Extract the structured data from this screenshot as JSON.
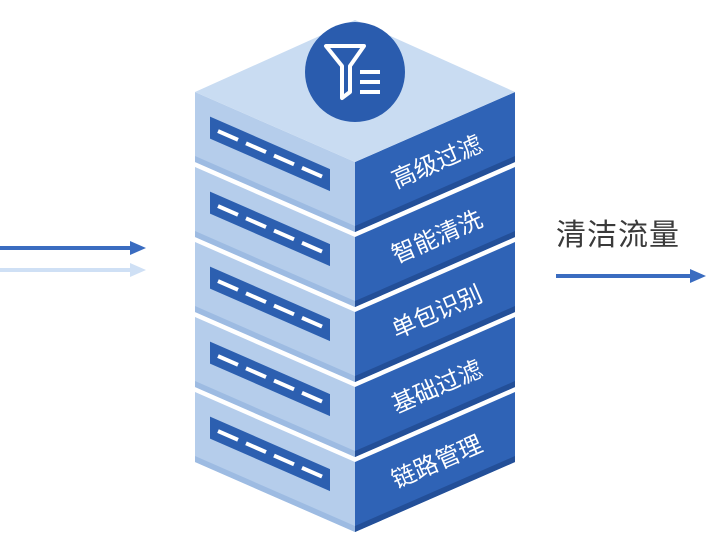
{
  "colors": {
    "top_face": "#c9dcf2",
    "left_face": "#b5cdeb",
    "left_face_dark": "#9dbbe2",
    "right_face": "#2f63b6",
    "right_face_dark": "#234f98",
    "slot": "#2c5fb0",
    "slot_line": "#ffffff",
    "funnel_circle": "#2a5cae",
    "arrow": "#3a6cc0",
    "arrow_light": "#cfe0f5",
    "label_color": "#ffffff"
  },
  "layers": [
    {
      "label": "高级过滤"
    },
    {
      "label": "智能清洗"
    },
    {
      "label": "单包识别"
    },
    {
      "label": "基础过滤"
    },
    {
      "label": "链路管理"
    }
  ],
  "icons": {
    "filter": "funnel-filter-icon",
    "arrow_in": "arrow-right-icon",
    "arrow_out": "arrow-right-icon"
  },
  "output": {
    "label": "清洁流量"
  }
}
